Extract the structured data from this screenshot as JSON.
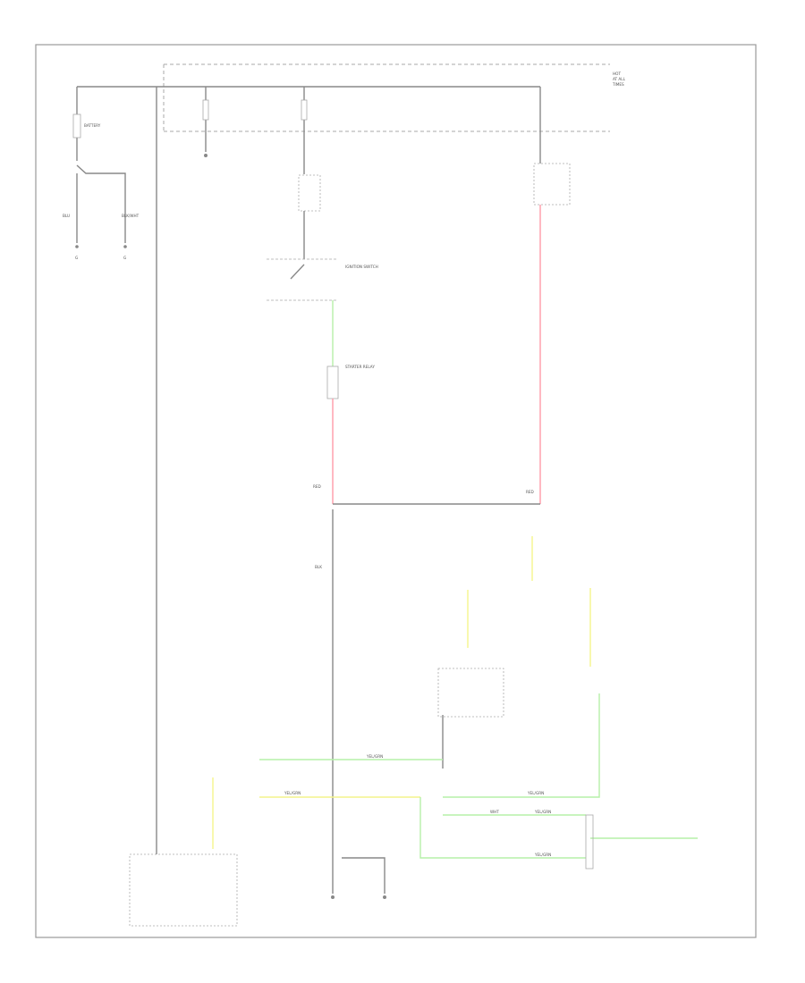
{
  "colors": {
    "wire_black": "#888888",
    "wire_red": "#ff9aa8",
    "wire_green": "#b6f0a8",
    "wire_yellow": "#f4f48c",
    "frame": "#9a9a9a",
    "text": "#555555"
  },
  "labels": {
    "fuse_box": [
      "HOT",
      "AT ALL",
      "TIMES"
    ],
    "battery": "BATTERY",
    "ignition_switch": "IGNITION SWITCH",
    "starter_relay": "STARTER RELAY",
    "battery_wire": "BLU",
    "ground_wire": "BLK/WHT",
    "ground_left": "G",
    "ground_right": "G",
    "wire_yel_grn_top": "YEL/GRN",
    "wire_yel_grn_mid": "YEL/GRN",
    "wire_yel_grn_right": "YEL/GRN",
    "wire_yel_grn_bottom": "YEL/GRN",
    "wire_yel_grn_lower": "YEL/GRN",
    "wire_wht": "WHT",
    "wire_blk": "BLK",
    "wire_red_left": "RED",
    "wire_red_right": "RED"
  }
}
